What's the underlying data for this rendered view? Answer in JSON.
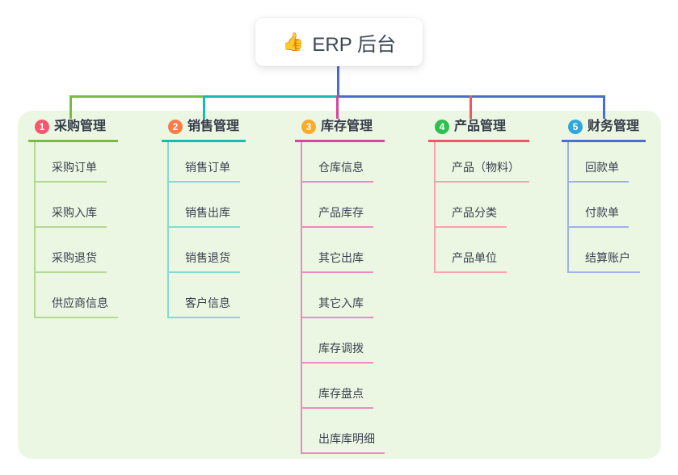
{
  "root": {
    "label": "ERP 后台",
    "icon": "👍"
  },
  "colors": {
    "canvas_bg": "#ffffff",
    "panel_bg": "#ecf7e3",
    "root_line": "#4a6cd4",
    "root_text": "#3d4757"
  },
  "branches": [
    {
      "badge": "1",
      "label": "采购管理",
      "badge_color": "#f5576c",
      "line_color": "#7bbb3f",
      "light_color": "#b2d893",
      "children": [
        "采购订单",
        "采购入库",
        "采购退货",
        "供应商信息"
      ]
    },
    {
      "badge": "2",
      "label": "销售管理",
      "badge_color": "#f97d45",
      "line_color": "#16bcb0",
      "light_color": "#84dad2",
      "children": [
        "销售订单",
        "销售出库",
        "销售退货",
        "客户信息"
      ]
    },
    {
      "badge": "3",
      "label": "库存管理",
      "badge_color": "#fcaa28",
      "line_color": "#d6459e",
      "light_color": "#ec8ac4",
      "children": [
        "仓库信息",
        "产品库存",
        "其它出库",
        "其它入库",
        "库存调拨",
        "库存盘点",
        "出库库明细"
      ]
    },
    {
      "badge": "4",
      "label": "产品管理",
      "badge_color": "#2fbf53",
      "line_color": "#ef5667",
      "light_color": "#f7a3ad",
      "children": [
        "产品（物料）",
        "产品分类",
        "产品单位"
      ]
    },
    {
      "badge": "5",
      "label": "财务管理",
      "badge_color": "#30a6dd",
      "line_color": "#4a6cd4",
      "light_color": "#9fb1e7",
      "children": [
        "回款单",
        "付款单",
        "结算账户"
      ]
    }
  ]
}
